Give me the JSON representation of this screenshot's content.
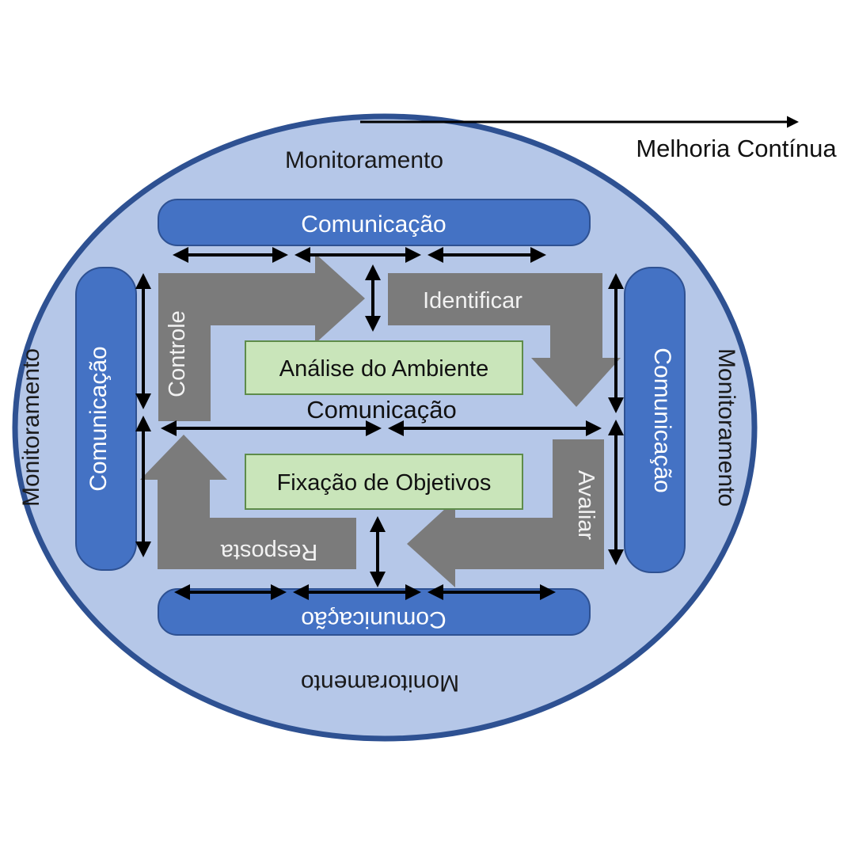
{
  "outer": {
    "monitoramento_top": "Monitoramento",
    "monitoramento_left": "Monitoramento",
    "monitoramento_right": "Monitoramento",
    "monitoramento_bottom": "Monitoramento",
    "melhoria_continua": "Melhoria Contínua"
  },
  "communication": {
    "top": "Comunicação",
    "left": "Comunicação",
    "right": "Comunicação",
    "bottom": "Comunicação",
    "center": "Comunicação"
  },
  "cycle": {
    "controle": "Controle",
    "identificar": "Identificar",
    "avaliar": "Avaliar",
    "resposta": "Resposta"
  },
  "boxes": {
    "analise": "Análise do Ambiente",
    "fixacao": "Fixação de Objetivos"
  },
  "colors": {
    "ellipse_fill": "#b5c7e8",
    "ellipse_stroke": "#2e5192",
    "bar_fill": "#4472c4",
    "bar_stroke": "#2e5192",
    "gray_arrow": "#7b7b7b",
    "green_fill": "#c9e5ba",
    "green_stroke": "#5e8c4a",
    "black": "#000000"
  }
}
